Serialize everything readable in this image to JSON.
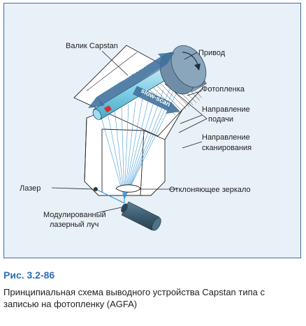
{
  "figure": {
    "labels": {
      "capstan_roller": "Валик Capstan",
      "drive": "Привод",
      "film": "Фотопленка",
      "feed_direction_1": "Направление",
      "feed_direction_2": "подачи",
      "scan_direction_1": "Направление",
      "scan_direction_2": "сканирования",
      "laser": "Лазер",
      "modulated_beam_1": "Модулированный",
      "modulated_beam_2": "лазерный луч",
      "deflecting_mirror": "Отклоняющее зеркало"
    },
    "belt_text": {
      "fast_scan": "fast-scan",
      "slow_scan": "slow-scan"
    }
  },
  "caption": {
    "number": "Рис. 3.2-86",
    "text": "Принципиальная схема выводного устройства Capstan типа с записью на фотопленку (AGFA)"
  }
}
